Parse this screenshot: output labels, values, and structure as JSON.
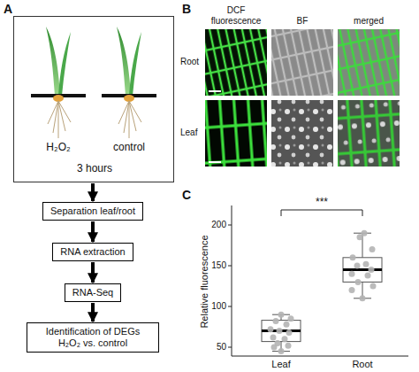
{
  "diagram": {
    "nodes": [
      {
        "text": [
          "H₂O₂",
          "control",
          "3 hours"
        ]
      },
      {
        "text": [
          "Separation leaf/root"
        ]
      },
      {
        "text": [
          "RNA extraction"
        ]
      },
      {
        "text": [
          "RNA-Seq"
        ]
      },
      {
        "text": [
          "Identification of DEGs H₂O₂ vs. control"
        ]
      }
    ],
    "edges": [
      {
        "from": 0,
        "to": 1,
        "arrow": "to"
      },
      {
        "from": 1,
        "to": 2,
        "arrow": "to"
      },
      {
        "from": 2,
        "to": 3,
        "arrow": "to"
      },
      {
        "from": 3,
        "to": 4,
        "arrow": "to"
      }
    ],
    "labels": [
      "A",
      "B",
      "C",
      "DCF fluorescence",
      "BF",
      "merged",
      "Root",
      "Leaf",
      "200",
      "150",
      "100",
      "50",
      "Leaf",
      "Root",
      "Relative fluorescence",
      "***"
    ]
  }
}
